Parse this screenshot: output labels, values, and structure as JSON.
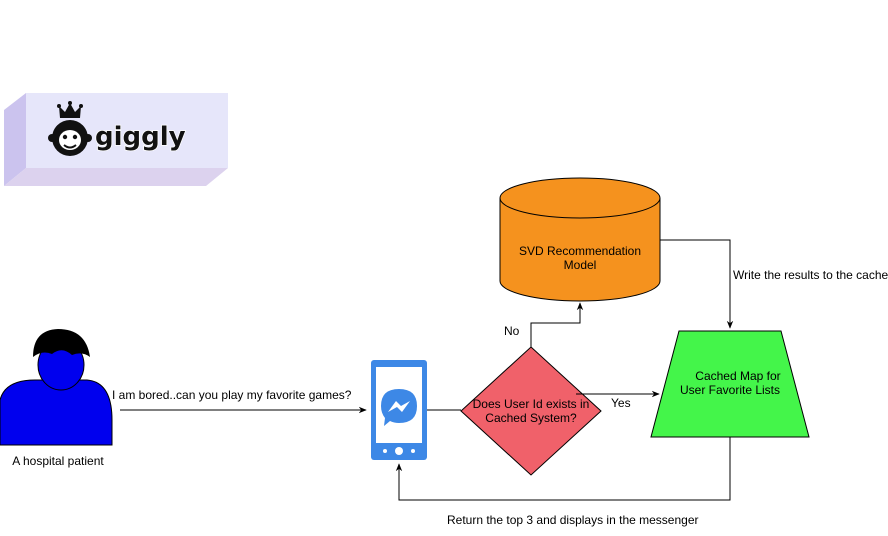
{
  "logo": {
    "text": "giggly"
  },
  "patient": {
    "label": "A hospital patient"
  },
  "message": {
    "text": "I am bored..can you play my favorite games?"
  },
  "model": {
    "line1": "SVD Recommendation",
    "line2": "Model"
  },
  "decision": {
    "line1": "Does User Id exists in",
    "line2": "Cached System?"
  },
  "cache": {
    "line1": "Cached Map for",
    "line2": "User Favorite Lists"
  },
  "edges": {
    "no": "No",
    "yes": "Yes",
    "write": "Write the results to the cache",
    "return": "Return the top  3 and displays in the messenger"
  },
  "colors": {
    "model_fill": "#F5921E",
    "decision_fill": "#F0616A",
    "cache_fill": "#44F54A",
    "person_fill": "#0000EE",
    "messenger_blue": "#3D88E6",
    "logo_box": "#E6E6FA"
  },
  "icons": {
    "phone": "messenger-icon",
    "person": "person-icon",
    "logo": "monkey-crown-icon"
  }
}
